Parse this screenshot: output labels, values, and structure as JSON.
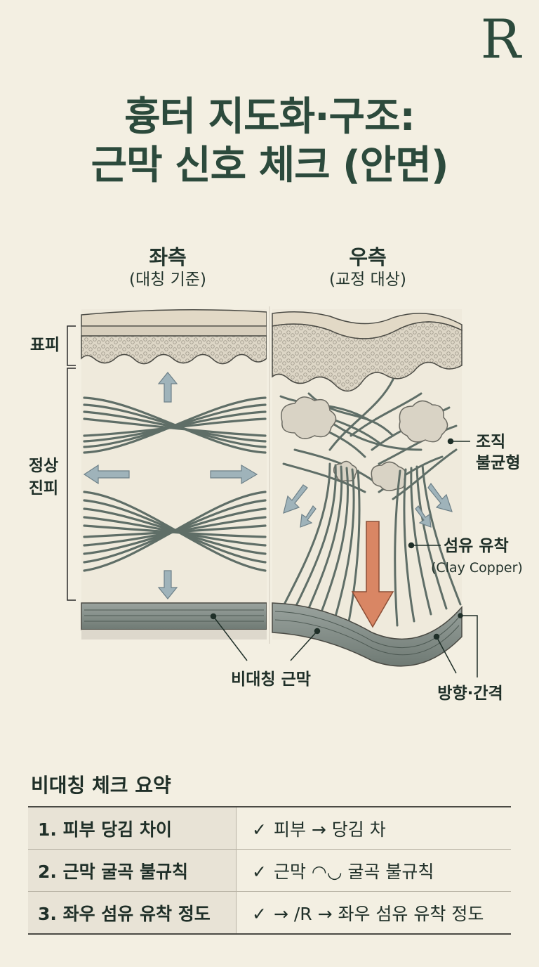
{
  "logo": "R",
  "title": {
    "line1": "흉터 지도화·구조:",
    "line2": "근막 신호 체크 (안면)"
  },
  "left_column": {
    "title": "좌측",
    "subtitle": "(대칭 기준)"
  },
  "right_column": {
    "title": "우측",
    "subtitle": "(교정 대상)"
  },
  "labels": {
    "epidermis": "표피",
    "dermis_line1": "정상",
    "dermis_line2": "진피",
    "tissue_line1": "조직",
    "tissue_line2": "불균형",
    "fiber_adhesion": "섬유 유착",
    "fiber_note": "(Clay Copper)",
    "asym_fascia": "비대칭 근막",
    "direction_gap": "방향·간격"
  },
  "colors": {
    "background": "#f3efe2",
    "fiber": "#5f6e67",
    "arrow_blue": "#8fa5ad",
    "arrow_orange": "#d98664",
    "title": "#2c4a3c"
  },
  "summary": {
    "title": "비대칭 체크 요약",
    "check_mark": "✓",
    "rows": [
      {
        "item": "1. 피부 당김 차이",
        "check": "피부 → 당김 차"
      },
      {
        "item": "2. 근막 굴곡 불규칙",
        "check": "근막 ◠◡ 굴곡 불규칙"
      },
      {
        "item": "3. 좌우 섬유 유착 정도",
        "check": "→ /R → 좌우 섬유 유착 정도"
      }
    ]
  }
}
